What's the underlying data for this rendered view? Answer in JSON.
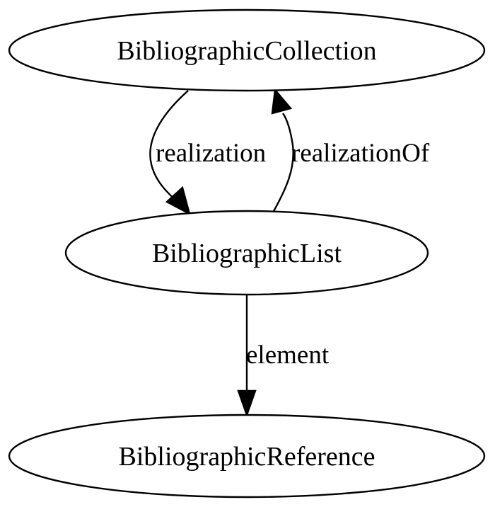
{
  "diagram": {
    "nodes": [
      {
        "id": "collection",
        "label": "BibliographicCollection"
      },
      {
        "id": "list",
        "label": "BibliographicList"
      },
      {
        "id": "reference",
        "label": "BibliographicReference"
      }
    ],
    "edges": [
      {
        "from": "collection",
        "to": "list",
        "label": "realization"
      },
      {
        "from": "list",
        "to": "collection",
        "label": "realizationOf"
      },
      {
        "from": "list",
        "to": "reference",
        "label": "element"
      }
    ]
  }
}
